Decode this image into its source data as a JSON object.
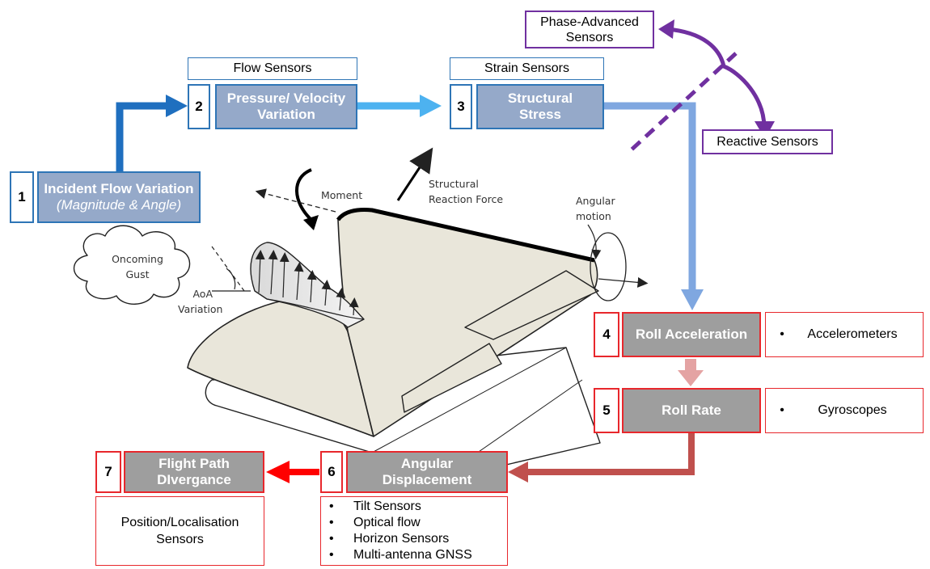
{
  "nodes": {
    "incident": {
      "num": "1",
      "title": "Incident Flow Variation",
      "subtitle": "(Magnitude & Angle)"
    },
    "pressure": {
      "num": "2",
      "line1": "Pressure/ Velocity",
      "line2": "Variation",
      "category": "Flow Sensors"
    },
    "stress": {
      "num": "3",
      "line1": "Structural",
      "line2": "Stress",
      "category": "Strain Sensors"
    },
    "roll_accel": {
      "num": "4",
      "title": "Roll Acceleration",
      "sensor": "Accelerometers"
    },
    "roll_rate": {
      "num": "5",
      "title": "Roll Rate",
      "sensor": "Gyroscopes"
    },
    "angular": {
      "num": "6",
      "line1": "Angular",
      "line2": "Displacement",
      "sensors": [
        "Tilt Sensors",
        "Optical flow",
        "Horizon Sensors",
        "Multi-antenna GNSS"
      ]
    },
    "flight_path": {
      "num": "7",
      "line1": "Flight Path",
      "line2": "DIvergance",
      "sensor_line1": "Position/Localisation",
      "sensor_line2": "Sensors"
    }
  },
  "sensor_split": {
    "phase_advanced_line1": "Phase-Advanced",
    "phase_advanced_line2": "Sensors",
    "reactive": "Reactive Sensors"
  },
  "wing_labels": {
    "moment": "Moment",
    "reaction_line1": "Structural",
    "reaction_line2": "Reaction Force",
    "angular_line1": "Angular",
    "angular_line2": "motion",
    "gust_line1": "Oncoming",
    "gust_line2": "Gust",
    "aoa_line1": "AoA",
    "aoa_line2": "Variation"
  },
  "colors": {
    "blue_border": "#2e75b6",
    "blue_fill": "#95a9c9",
    "purple": "#7030a0",
    "red_border": "#e8272c",
    "gray_fill": "#9e9e9e",
    "arrow_dark_blue": "#1f6fbf",
    "arrow_light_blue": "#4db2f0",
    "arrow_soft_blue": "#7fa7e0",
    "arrow_pink": "#e4a3a3",
    "arrow_brown": "#c0504d",
    "arrow_red": "#ff0000"
  }
}
